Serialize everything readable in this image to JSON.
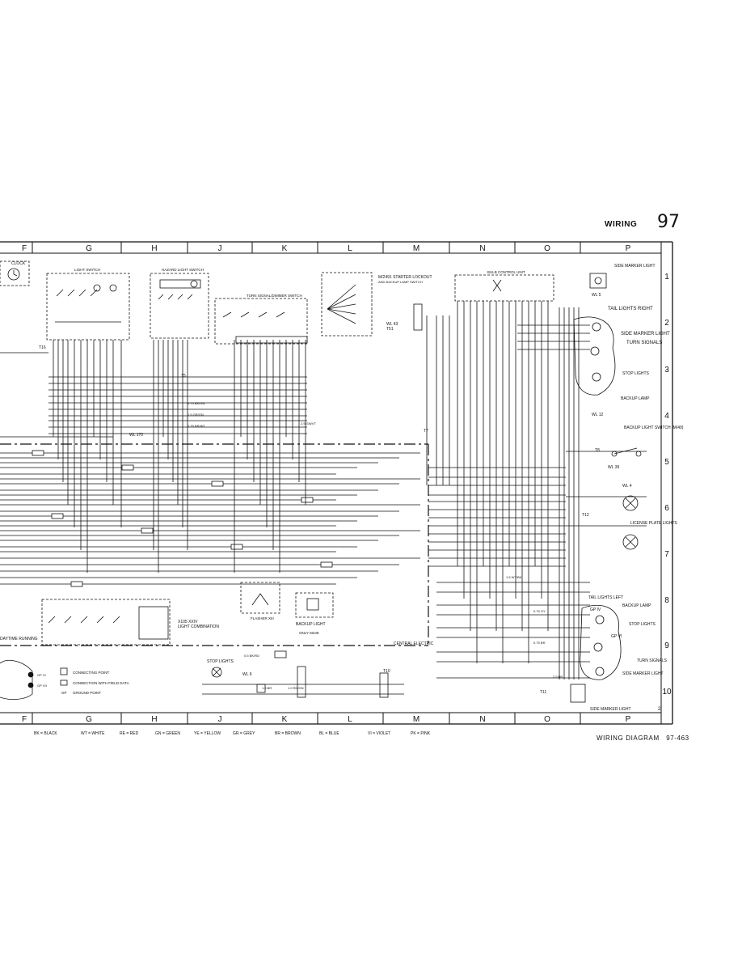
{
  "header": {
    "title": "WIRING",
    "page_number": "97"
  },
  "columns": [
    "F",
    "G",
    "H",
    "J",
    "K",
    "L",
    "M",
    "N",
    "O",
    "P"
  ],
  "rows": [
    "1",
    "2",
    "3",
    "4",
    "5",
    "6",
    "7",
    "8",
    "9",
    "10"
  ],
  "sheet_number": "2",
  "components": {
    "clock": "CLOCK",
    "light_switch": "LIGHT SWITCH",
    "hazard_switch": "HAZARD LIGHT SWITCH",
    "turn_signal_switch": "TURN SIGNAL/DIMMER SWITCH",
    "starter_lockout": "M/2491 STARTER LOCKOUT",
    "starter_lockout_sub": "AND BACKUP LAMP SWITCH",
    "bulb_control": "BULB CONTROL UNIT",
    "side_marker_light_top": "SIDE MARKER LIGHT",
    "tail_lights_right": "TAIL LIGHTS RIGHT",
    "side_marker_light": "SIDE MARKER LIGHT",
    "turn_signals": "TURN SIGNALS",
    "stop_lights": "STOP LIGHTS",
    "backup_lamp": "BACKUP LAMP",
    "backup_light_switch": "BACKUP LIGHT SWITCH (M/49)",
    "license_plate_lights": "LICENSE PLATE LIGHTS",
    "tail_lights_left": "TAIL LIGHTS LEFT",
    "backup_lamp_lower": "BACKUP LAMP",
    "stop_lights_lower": "STOP LIGHTS",
    "turn_signals_lower": "TURN SIGNALS",
    "side_marker_light_lower": "SIDE MARKER LIGHT",
    "side_marker_light_bottom": "SIDE MARKER LIGHT",
    "light_combination": "LIGHT COMBINATION",
    "light_combination_code": "X105 XXIV",
    "flasher": "FLASHER XIII",
    "backup_light_relay": "BACKUP LIGHT",
    "backup_light_relay_sub": "ONLY M249",
    "stop_lights_left": "STOP LIGHTS",
    "central_electric": "CENTRAL ELECTRIC",
    "daytime_running": "DAYTIME RUNNING"
  },
  "legend": {
    "connecting_point": "CONNECTING POINT",
    "field_data": "CONNECTION WITH FIELD DATA",
    "gp": "GP",
    "ground_point": "GROUND POINT",
    "gp6": "GP VI",
    "gp7": "GP VII"
  },
  "connectors": [
    "T5",
    "T51",
    "T10",
    "T11",
    "T12",
    "T8",
    "T7",
    "T16",
    "WL 43",
    "WL 12",
    "WL 4",
    "WL 39",
    "WL 6",
    "WL 5",
    "WL 170",
    "GP IV",
    "GP VI"
  ],
  "wires": [
    "0.75 BK/GN",
    "1.5 GR/GN",
    "0.75 BR/WT",
    "2.5 GN/VT",
    "0.5 BK/RD",
    "1.5 BR",
    "1.0 RD/GN",
    "1.5 WT/BK",
    "0.75 GY",
    "0.75 BR",
    "2.5 BR",
    "1.0 BK/GN",
    "0.75 GY/BL"
  ],
  "color_codes": [
    "BK = BLACK",
    "WT = WHITE",
    "RE = RED",
    "GN = GREEN",
    "YE = YELLOW",
    "GR = GREY",
    "BR = BROWN",
    "BL = BLUE",
    "VI = VIOLET",
    "PK = PINK"
  ],
  "footer": {
    "title": "WIRING  DIAGRAM",
    "code": "97-463"
  }
}
